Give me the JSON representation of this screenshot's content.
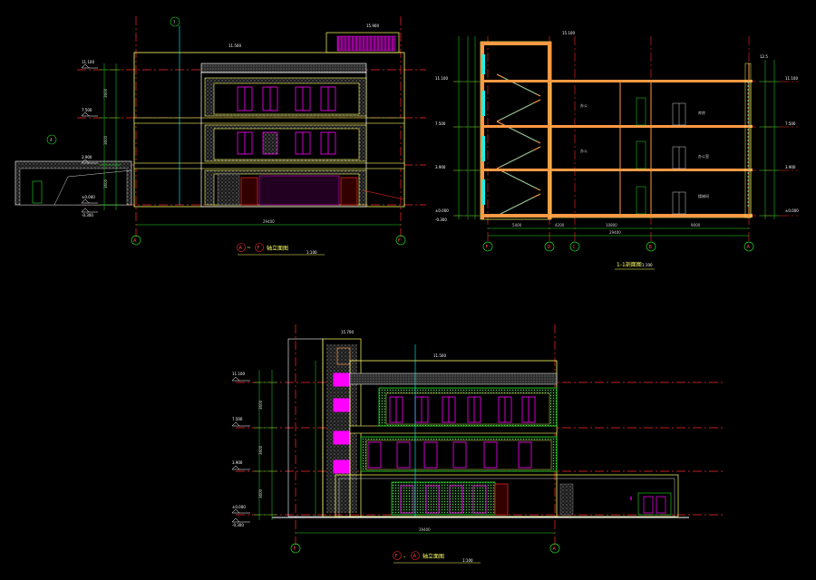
{
  "drawing": {
    "background": "#000000",
    "colors": {
      "axis": "#ff2a2a",
      "outline": "#ffff66",
      "window": "#ff00ff",
      "hatch": "#9a9a9a",
      "green": "#22dd22",
      "cyan": "#00ffff",
      "white": "#ffffff",
      "orange": "#ff9944"
    }
  },
  "views": {
    "east_elevation": {
      "title": "轴立面图",
      "axis_from": "A",
      "axis_to": "F",
      "separator": "~",
      "scale": "1:100",
      "levels": [
        "11.100",
        "7.500",
        "3.900",
        "±0.000",
        "-0.300"
      ],
      "top_level": "15.900",
      "parapet_level": "11.500",
      "axis_tag": "7",
      "side_tag": "4",
      "total_dim": "29400",
      "floor_dims": [
        "3600",
        "3600",
        "3600"
      ]
    },
    "section": {
      "title": "1-1剖面图",
      "scale": "1:100",
      "axes": [
        "F",
        "D",
        "C",
        "B",
        "A"
      ],
      "top_level": "15.100",
      "right_level": "12.5",
      "levels_left": [
        "11.100",
        "7.500",
        "3.900",
        "±0.000",
        "-0.300"
      ],
      "levels_right": [
        "11.100",
        "7.500",
        "3.900",
        "±0.000"
      ],
      "span_dims": [
        "5400",
        "4200",
        "10800",
        "9000"
      ],
      "total_dim": "29400",
      "room_labels": [
        "办公",
        "办公",
        "库房",
        "办公室",
        "楼梯间"
      ]
    },
    "south_elevation": {
      "title": "轴立面图",
      "axis_from": "F",
      "axis_to": "A",
      "separator": "、",
      "scale": "1:100",
      "top_level": "15.700",
      "parapet_level": "11.500",
      "levels": [
        "11.100",
        "7.500",
        "3.900",
        "±0.000",
        "-0.300"
      ],
      "total_dim": "29400",
      "floor_dims": [
        "3600",
        "3600",
        "3600"
      ]
    }
  }
}
